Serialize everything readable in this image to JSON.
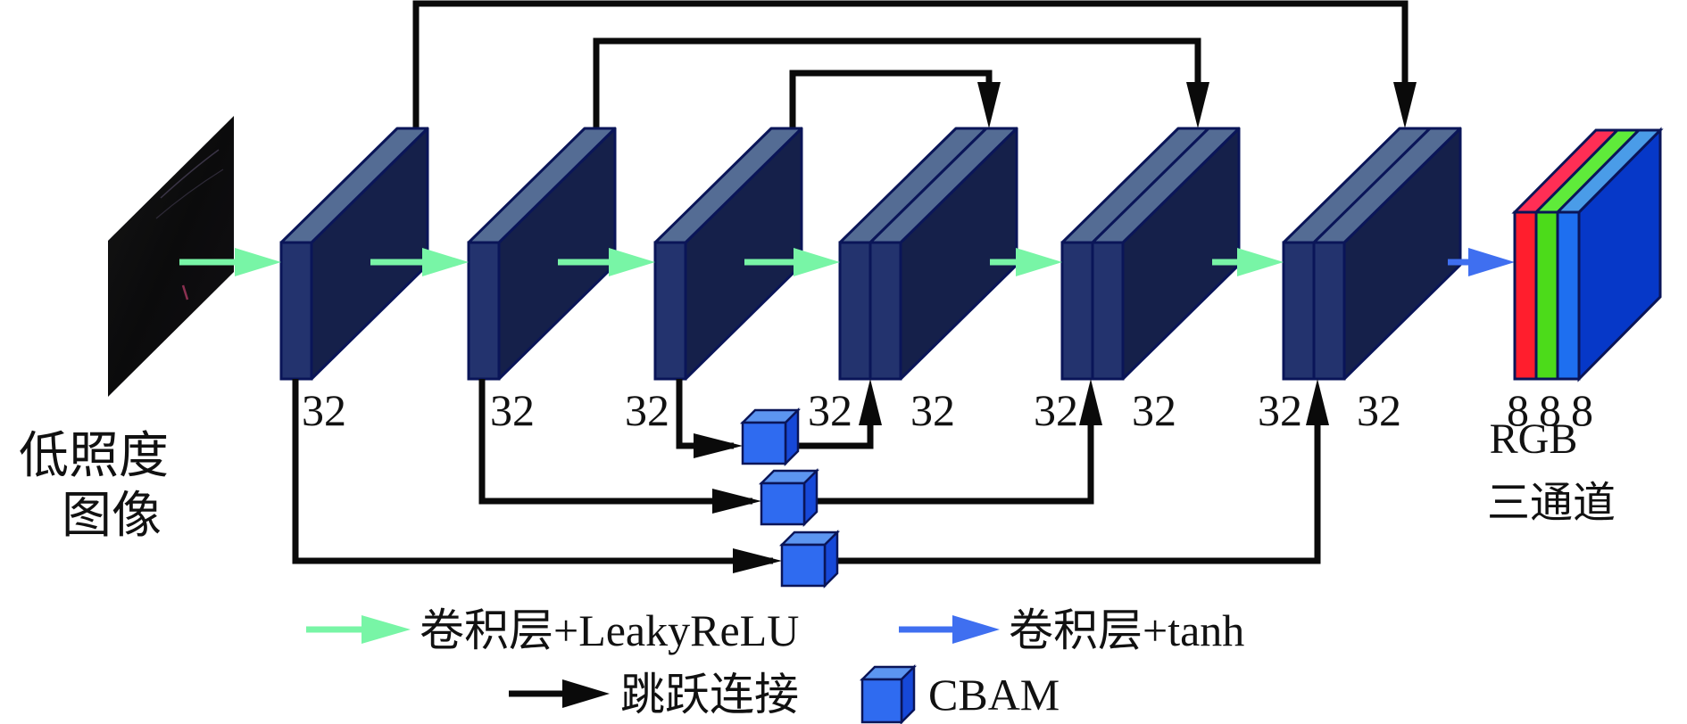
{
  "input": {
    "label_line1": "低照度",
    "label_line2": "图像"
  },
  "blocks": [
    {
      "id": "enc1",
      "slabs": 1,
      "channel_labels": [
        "32"
      ]
    },
    {
      "id": "enc2",
      "slabs": 1,
      "channel_labels": [
        "32"
      ]
    },
    {
      "id": "enc3",
      "slabs": 1,
      "channel_labels": [
        "32"
      ]
    },
    {
      "id": "dec1",
      "slabs": 2,
      "channel_labels": [
        "32",
        "32"
      ]
    },
    {
      "id": "dec2",
      "slabs": 2,
      "channel_labels": [
        "32",
        "32"
      ]
    },
    {
      "id": "dec3",
      "slabs": 2,
      "channel_labels": [
        "32",
        "32"
      ]
    }
  ],
  "output": {
    "channel_labels": [
      "8",
      "8",
      "8"
    ],
    "label_line1": "RGB",
    "label_line2": "三通道",
    "channel_colors": [
      "#FF1E2D",
      "#4CDB1A",
      "#1E6FF0"
    ]
  },
  "forward_arrows": [
    {
      "from": "input",
      "to": "enc1",
      "type": "conv_leaky"
    },
    {
      "from": "enc1",
      "to": "enc2",
      "type": "conv_leaky"
    },
    {
      "from": "enc2",
      "to": "enc3",
      "type": "conv_leaky"
    },
    {
      "from": "enc3",
      "to": "dec1",
      "type": "conv_leaky"
    },
    {
      "from": "dec1",
      "to": "dec2",
      "type": "conv_leaky"
    },
    {
      "from": "dec2",
      "to": "dec3",
      "type": "conv_leaky"
    },
    {
      "from": "dec3",
      "to": "output",
      "type": "conv_tanh"
    }
  ],
  "top_skips": [
    {
      "from": "enc1",
      "to": "dec3"
    },
    {
      "from": "enc2",
      "to": "dec2"
    },
    {
      "from": "enc3",
      "to": "dec1"
    }
  ],
  "cbam_skips": [
    {
      "from": "enc3",
      "to": "dec1"
    },
    {
      "from": "enc2",
      "to": "dec2"
    },
    {
      "from": "enc1",
      "to": "dec3"
    }
  ],
  "legend": {
    "conv_leaky": "卷积层+LeakyReLU",
    "conv_tanh": "卷积层+tanh",
    "skip": "跳跃连接",
    "cbam": "CBAM"
  },
  "colors": {
    "conv_leaky": "#78F5A6",
    "conv_tanh": "#3F6FF0",
    "skip": "#0A0A0A",
    "block_front": "#23336E",
    "block_side": "#15204A",
    "block_top": "#546C94",
    "block_stroke": "#0A1558",
    "cbam_front": "#2F6BF0",
    "cbam_top": "#5C95F0",
    "cbam_side": "#1648D8",
    "output_side": "#0638C8"
  }
}
